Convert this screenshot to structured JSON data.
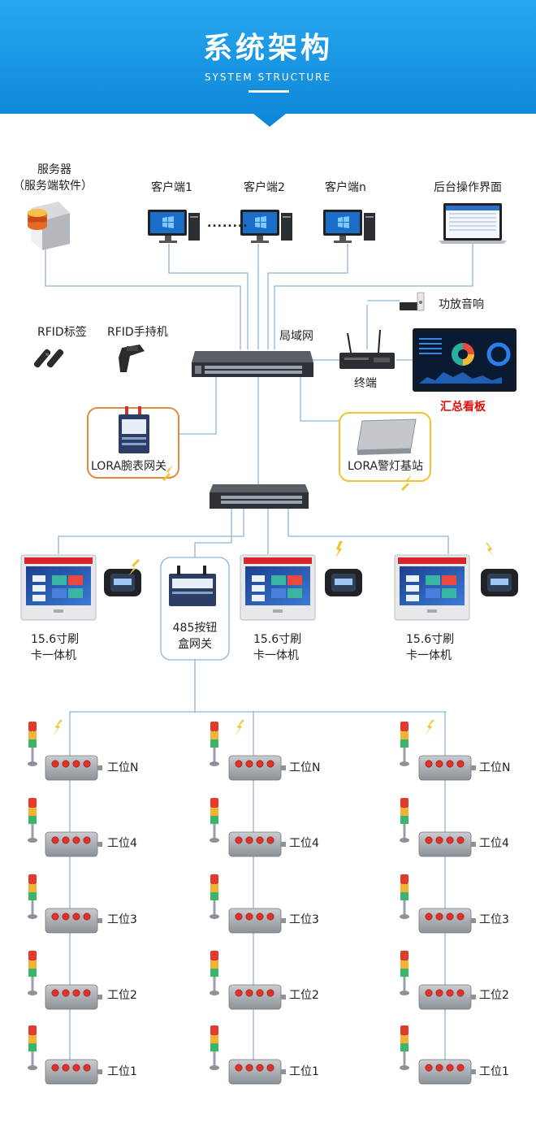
{
  "header": {
    "title": "系统架构",
    "subtitle": "SYSTEM STRUCTURE"
  },
  "colors": {
    "header_blue": "#1a9be8",
    "line_blue": "#8ab7dc",
    "lora_orange": "#e58a3c",
    "lora_yellow": "#f2c230",
    "alert_red": "#e01010"
  },
  "top": {
    "server_line1": "服务器",
    "server_line2": "（服务端软件）",
    "client1": "客户端1",
    "client2": "客户端2",
    "clientn": "客户端n",
    "dots": "........",
    "backend": "后台操作界面",
    "amp": "功放音响",
    "lan": "局域网",
    "terminal": "终端",
    "dashboard": "汇总看板",
    "rfid_tag": "RFID标签",
    "rfid_handheld": "RFID手持机"
  },
  "gateways": {
    "lora_watch_gateway": "LORA腕表网关",
    "lora_light_base": "LORA警灯基站",
    "btn485_line1": "485按钮",
    "btn485_line2": "盒网关"
  },
  "card_machine": {
    "line1": "15.6寸刷",
    "line2": "卡一体机"
  },
  "stations": [
    "工位N",
    "工位4",
    "工位3",
    "工位2",
    "工位1"
  ]
}
